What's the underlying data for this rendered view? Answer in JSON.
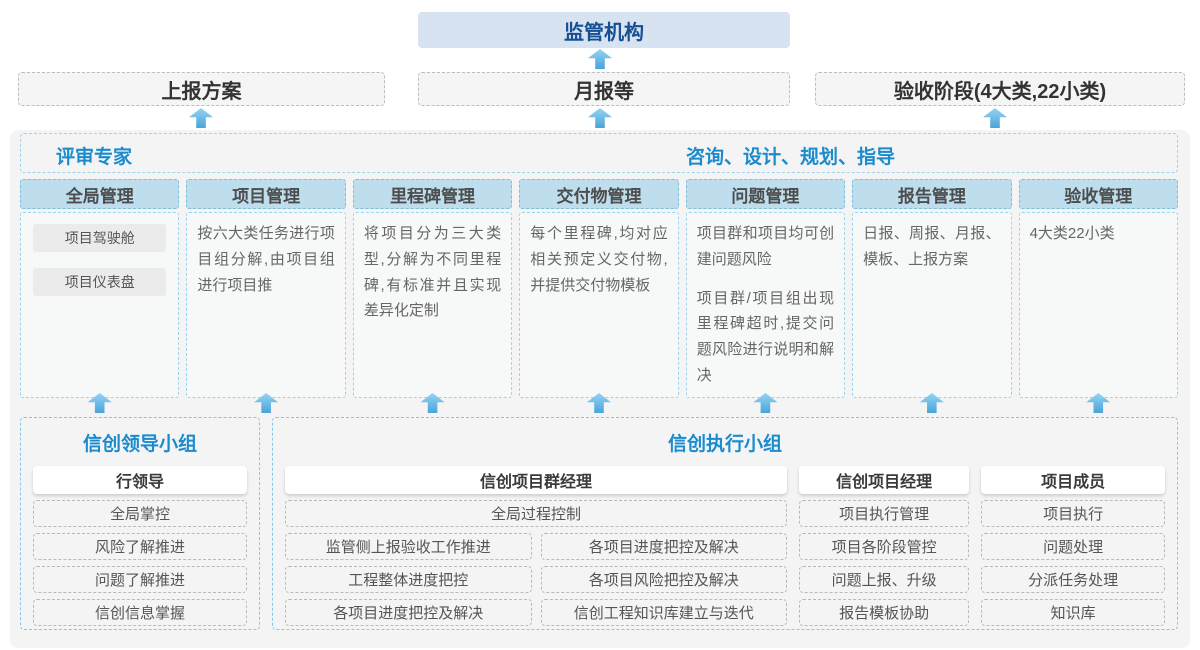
{
  "regulator": {
    "label": "监管机构"
  },
  "channels": [
    {
      "label": "上报方案"
    },
    {
      "label": "月报等"
    },
    {
      "label": "验收阶段(4大类,22小类)"
    }
  ],
  "panel": {
    "expert_header": "评审专家",
    "consult_header": "咨询、设计、规划、指导",
    "columns": [
      {
        "title": "全局管理",
        "tags": [
          "项目驾驶舱",
          "项目仪表盘"
        ]
      },
      {
        "title": "项目管理",
        "text1": "按六大类任务进行项目组分解,由项目组进行项目推"
      },
      {
        "title": "里程碑管理",
        "text1": "将项目分为三大类型,分解为不同里程碑,有标准并且实现差异化定制"
      },
      {
        "title": "交付物管理",
        "text1": "每个里程碑,均对应相关预定义交付物,并提供交付物模板"
      },
      {
        "title": "问题管理",
        "text1": "项目群和项目均可创建问题风险",
        "text2": "项目群/项目组出现里程碑超时,提交问题风险进行说明和解决"
      },
      {
        "title": "报告管理",
        "text1": "日报、周报、月报、模板、上报方案"
      },
      {
        "title": "验收管理",
        "text1": "4大类22小类"
      }
    ],
    "leader_group": {
      "title": "信创领导小组",
      "role": "行领导",
      "items": [
        "全局掌控",
        "风险了解推进",
        "问题了解推进",
        "信创信息掌握"
      ]
    },
    "exec_group": {
      "title": "信创执行小组",
      "pgm": {
        "role": "信创项目群经理",
        "top_item": "全局过程控制",
        "grid_items": [
          "监管侧上报验收工作推进",
          "各项目进度把控及解决",
          "工程整体进度把控",
          "各项目风险把控及解决",
          "各项目进度把控及解决",
          "信创工程知识库建立与迭代"
        ]
      },
      "pm": {
        "role": "信创项目经理",
        "items": [
          "项目执行管理",
          "项目各阶段管控",
          "问题上报、升级",
          "报告模板协助"
        ]
      },
      "member": {
        "role": "项目成员",
        "items": [
          "项目执行",
          "问题处理",
          "分派任务处理",
          "知识库"
        ]
      }
    }
  },
  "colors": {
    "regulator_bg": "#d7e3f0",
    "regulator_text": "#174f93",
    "section_title_blue": "#1b8bce",
    "column_header_bg": "#bedded",
    "arrow_blue": "#49a4db",
    "panel_bg": "#f4f4f5"
  }
}
